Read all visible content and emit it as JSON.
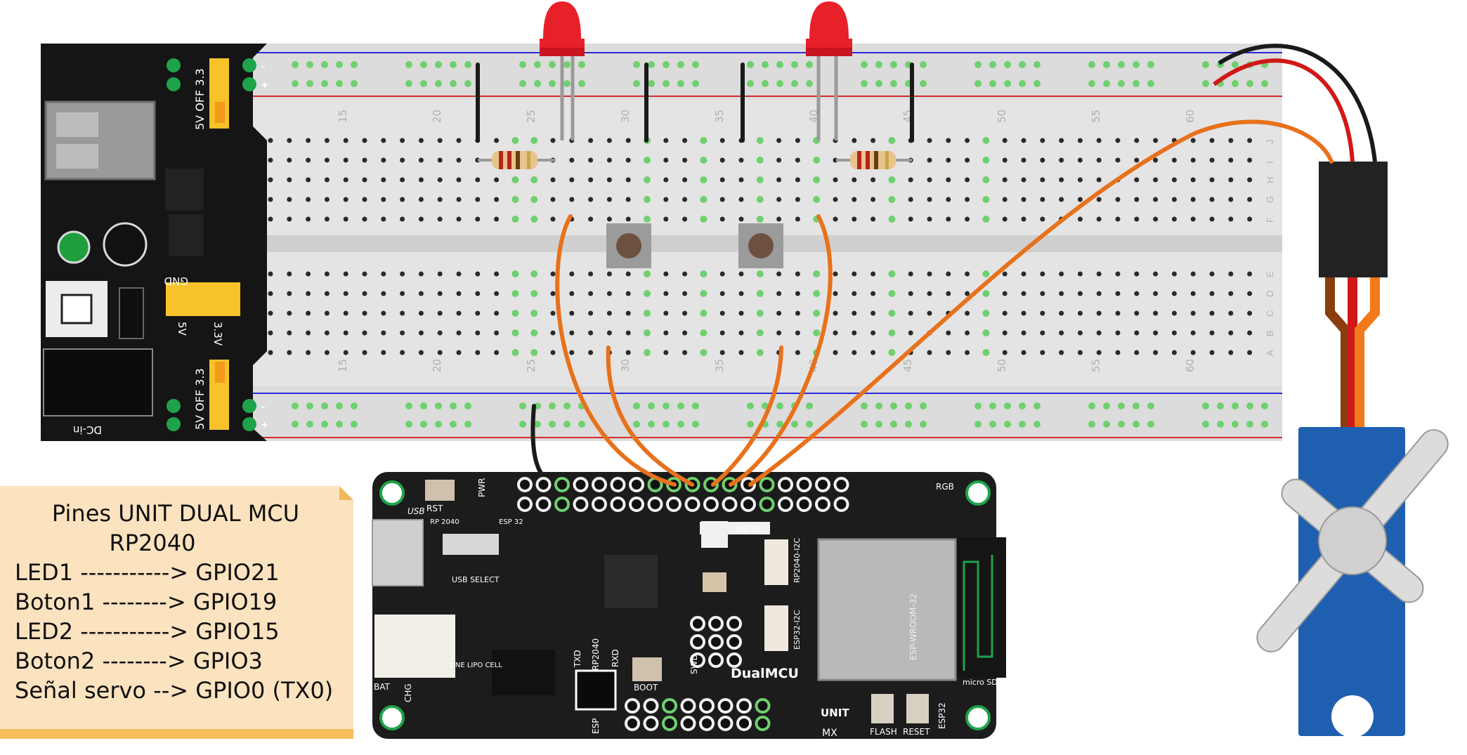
{
  "breadboard": {
    "column_numbers": [
      "15",
      "20",
      "25",
      "30",
      "35",
      "40",
      "45",
      "50",
      "55",
      "60"
    ],
    "row_letters_top": [
      "J",
      "I",
      "H",
      "G",
      "F"
    ],
    "row_letters_bottom": [
      "E",
      "D",
      "C",
      "B",
      "A"
    ],
    "rail_minus": "-",
    "rail_plus": "+"
  },
  "power_module": {
    "jumper_top": "5V OFF 3.3",
    "jumper_bottom": "5V OFF 3.3",
    "gnd": "GND",
    "v5": "5V",
    "v33": "3.3V",
    "dc_in": "DC-in"
  },
  "board": {
    "labels": {
      "rst": "RST",
      "usb": "USB",
      "pwr": "PWR",
      "rp2040": "RP 2040",
      "esp32": "ESP 32",
      "rgb": "RGB",
      "neop": "NEOP",
      "usb_select": "USB SELECT",
      "bat": "BAT",
      "chg": "CHG",
      "one_lipo": "ONE LIPO CELL",
      "txd": "TXD",
      "rxd": "RXD",
      "rp2040_side": "RP2040",
      "swd": "SWD",
      "boot": "BOOT",
      "dualmcu": "DualMCU",
      "unit": "UNIT",
      "mx": "MX",
      "flash": "FLASH",
      "reset": "RESET",
      "esp32_side": "ESP32",
      "wroom": "ESP-WROOM-32",
      "i2c_rp": "RP2040-I2C",
      "i2c_esp": "ESP32-I2C",
      "micro_sd": "micro SD",
      "esp": "ESP"
    }
  },
  "note": {
    "title_line1": "Pines UNIT DUAL MCU",
    "title_line2": "RP2040",
    "lines": [
      "LED1 -----------> GPIO21",
      "Boton1 --------> GPIO19",
      "LED2 -----------> GPIO15",
      "Boton2 --------> GPIO3",
      "Señal servo --> GPIO0 (TX0)"
    ]
  },
  "colors": {
    "wire_orange": "#e8711c",
    "wire_black": "#1a1a1a",
    "wire_red": "#d11818",
    "led_red": "#e8202a",
    "board_black": "#1c1c1c",
    "servo_blue": "#1f5fb0",
    "breadboard": "#e6e6e6",
    "rail_blue": "#2b2bd6",
    "rail_red": "#d62b2b",
    "hole_green": "#6fd06f",
    "note_bg": "#fce3bf"
  }
}
